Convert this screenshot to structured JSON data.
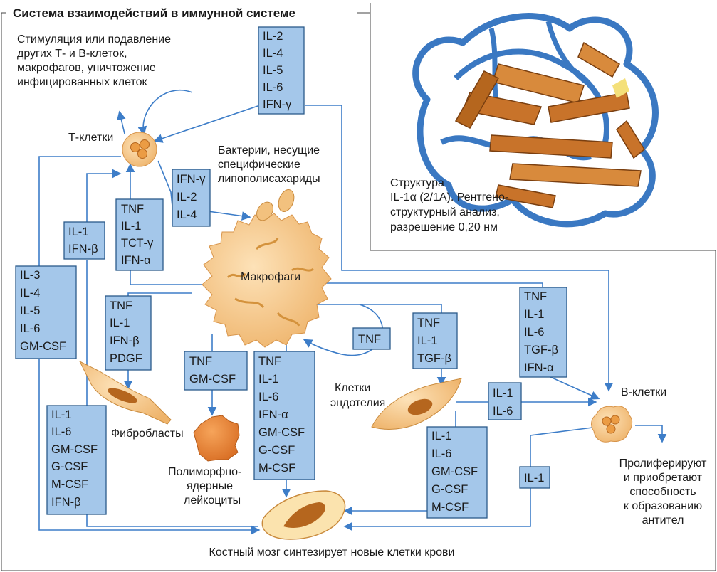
{
  "title": "Система взаимодействий в иммунной системе",
  "labels": {
    "stimulation": [
      "Стимуляция или подавление",
      "других Т- и В-клеток,",
      "макрофагов, уничтожение",
      "инфицированных клеток"
    ],
    "t_cells": "Т-клетки",
    "bacteria": [
      "Бактерии, несущие",
      "специфические",
      "липополисахариды"
    ],
    "macrophages": "Макрофаги",
    "fibroblasts": "Фибробласты",
    "pmn": [
      "Полиморфно-",
      "ядерные",
      "лейкоциты"
    ],
    "endothelium": [
      "Клетки",
      "эндотелия"
    ],
    "b_cells": "В-клетки",
    "proliferate": [
      "Пролиферируют",
      "и приобретают",
      "способность",
      "к образованию",
      "антител"
    ],
    "bone_marrow": "Костный мозг синтезирует новые клетки крови",
    "structure": [
      "Структура",
      "IL-1α (2/1А). Рентгено-",
      "структурный анализ,",
      "разрешение 0,20 нм"
    ]
  },
  "boxes": {
    "top": [
      "IL-2",
      "IL-4",
      "IL-5",
      "IL-6",
      "IFN-γ"
    ],
    "ifn_il": [
      "IFN-γ",
      "IL-2",
      "IL-4"
    ],
    "tnf_col": [
      "TNF",
      "IL-1",
      "ТСТ-γ",
      "IFN-α"
    ],
    "il1_ifnb": [
      "IL-1",
      "IFN-β"
    ],
    "il3_col": [
      "IL-3",
      "IL-4",
      "IL-5",
      "IL-6",
      "GM-CSF"
    ],
    "fibro_box": [
      "TNF",
      "IL-1",
      "IFN-β",
      "PDGF"
    ],
    "bottom_left": [
      "IL-1",
      "IL-6",
      "GM-CSF",
      "G-CSF",
      "M-CSF",
      "IFN-β"
    ],
    "pmn_box": [
      "TNF",
      "GM-CSF"
    ],
    "mac_down": [
      "TNF",
      "IL-1",
      "IL-6",
      "IFN-α",
      "GM-CSF",
      "G-CSF",
      "M-CSF"
    ],
    "tnf_loop": [
      "TNF"
    ],
    "endo_in": [
      "TNF",
      "IL-1",
      "TGF-β"
    ],
    "b_in": [
      "TNF",
      "IL-1",
      "IL-6",
      "TGF-β",
      "IFN-α"
    ],
    "endo_to_b": [
      "IL-1",
      "IL-6"
    ],
    "endo_down": [
      "IL-1",
      "IL-6",
      "GM-CSF",
      "G-CSF",
      "M-CSF"
    ],
    "b_il1": [
      "IL-1"
    ]
  },
  "colors": {
    "box_fill": "#a4c7ea",
    "cell_fill": "#f2c17e",
    "cell_dark": "#b5661e",
    "arrow": "#3d7dc8",
    "pmn_fill": "#e8883a",
    "protein_orange": "#c8732a",
    "protein_blue": "#3a78c2"
  }
}
